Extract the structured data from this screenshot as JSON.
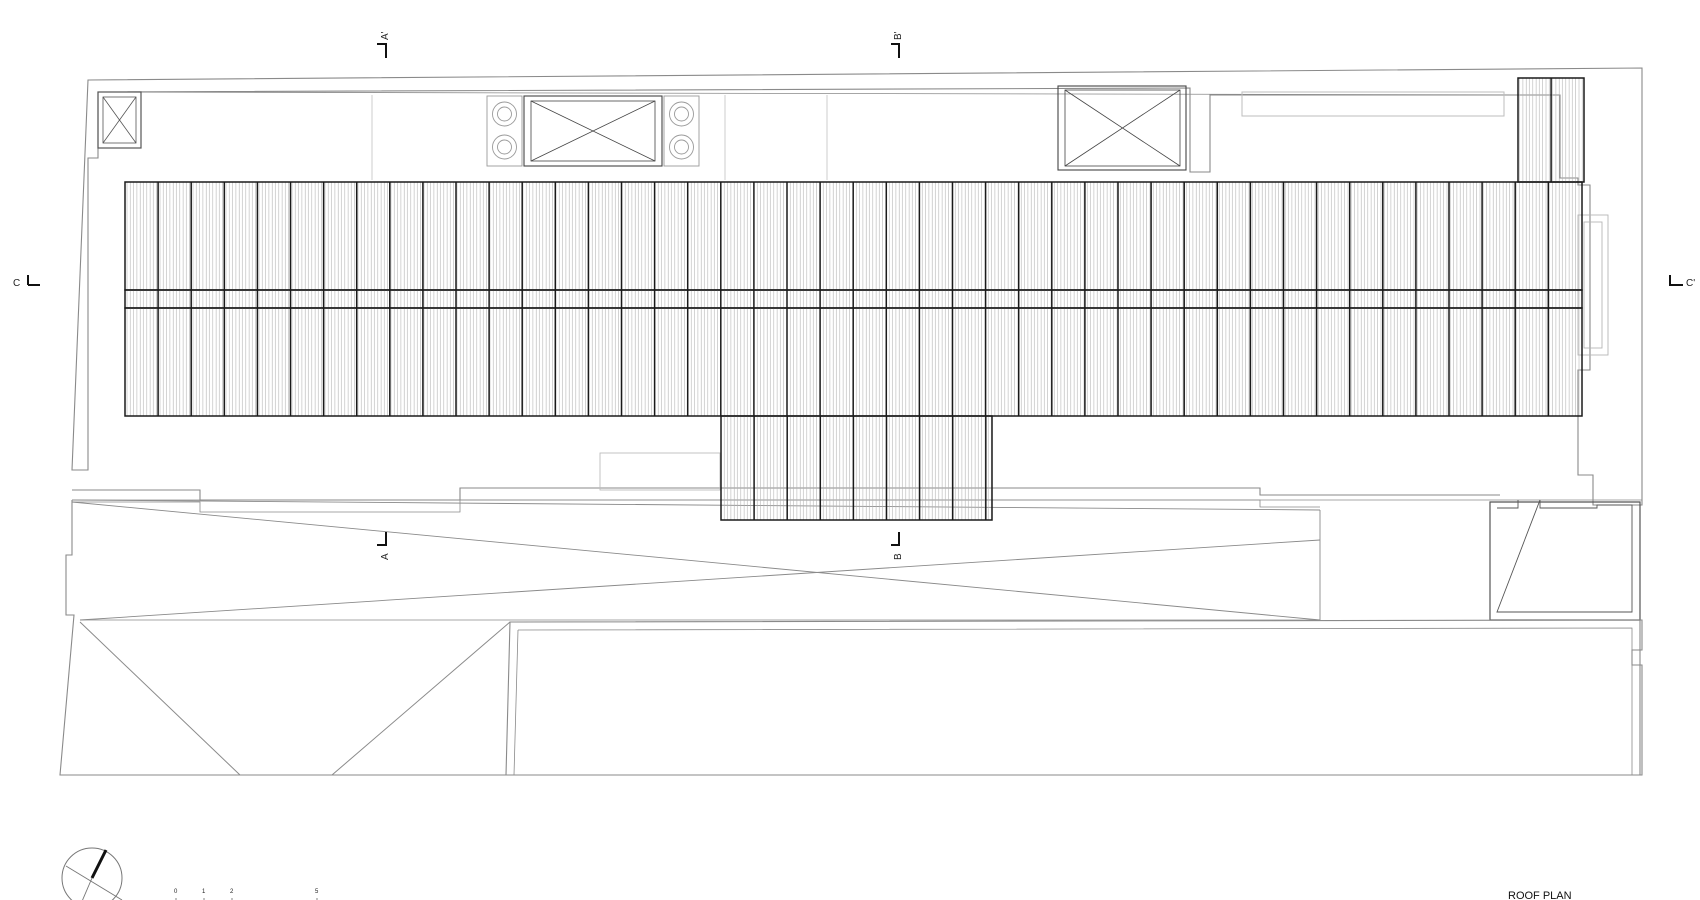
{
  "drawing": {
    "title": "ROOF PLAN"
  },
  "section_markers": {
    "a_top": "A'",
    "a_bottom": "A",
    "b_top": "B'",
    "b_bottom": "B",
    "c_left": "C",
    "c_right": "C'"
  },
  "scale_bar": {
    "ticks": [
      "0",
      "1",
      "2",
      "5"
    ]
  },
  "colors": {
    "outline": "#8a8a8a",
    "panel": "#1a1a1a",
    "hatch": "#9a9a9a",
    "light": "#b5b5b5"
  }
}
